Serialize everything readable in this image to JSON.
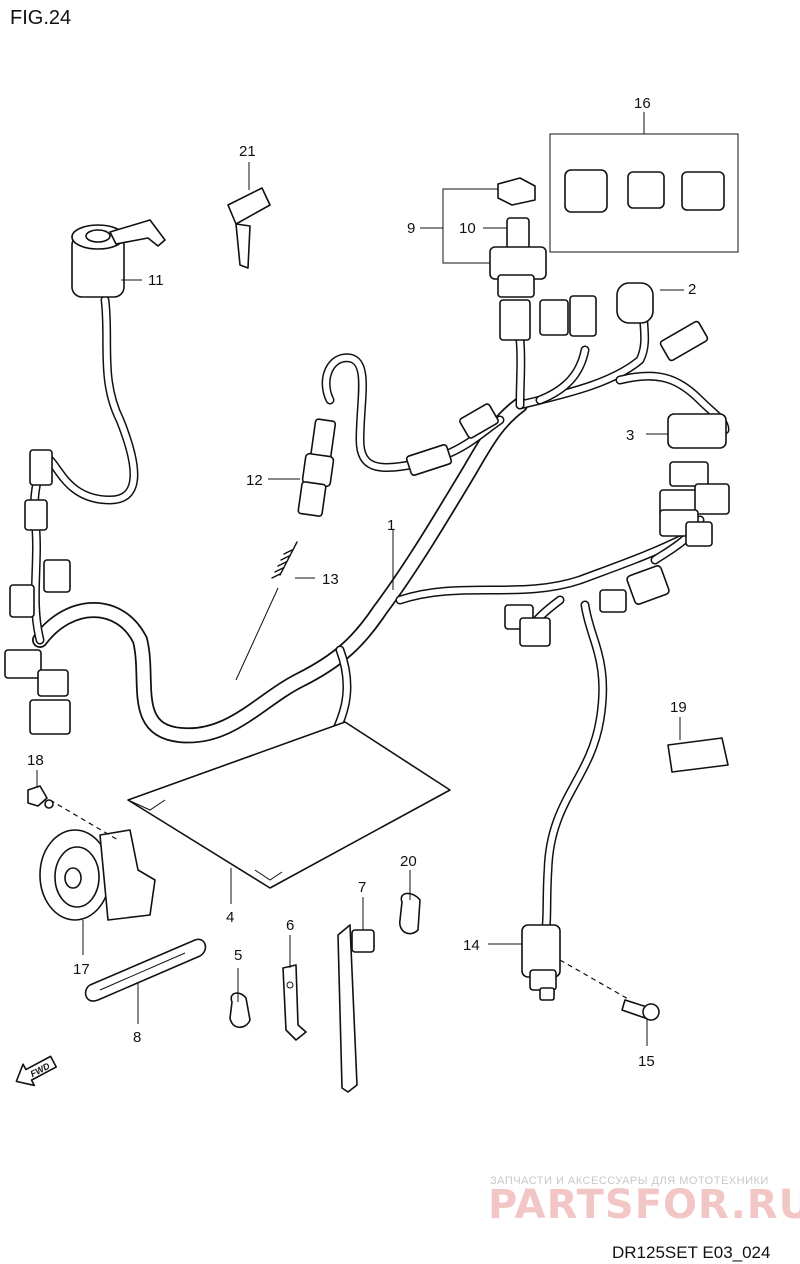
{
  "figure": {
    "title": "FIG.24",
    "code": "DR125SET E03_024"
  },
  "callouts": [
    "1",
    "2",
    "3",
    "4",
    "5",
    "6",
    "7",
    "8",
    "9",
    "10",
    "11",
    "12",
    "13",
    "14",
    "15",
    "16",
    "17",
    "18",
    "19",
    "20",
    "21"
  ],
  "direction_marker": "FWD",
  "watermark": {
    "tagline": "ЗАПЧАСТИ И АКСЕССУАРЫ ДЛЯ МОТОТЕХНИКИ",
    "brand": "PARTSFOR.RU"
  }
}
